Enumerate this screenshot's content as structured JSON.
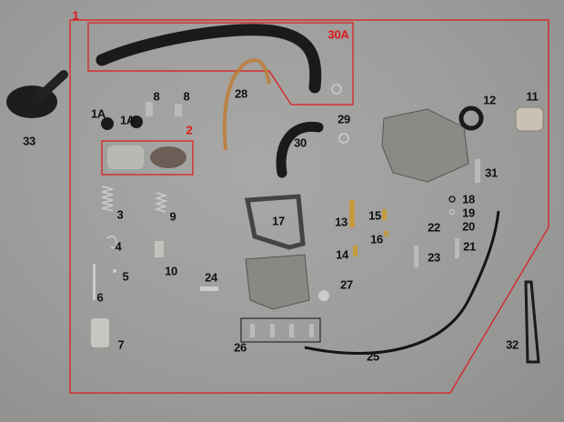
{
  "labels": {
    "l1": "1",
    "l30A": "30A",
    "l33": "33",
    "l28": "28",
    "l8a": "8",
    "l8b": "8",
    "l1Aa": "1A",
    "l1Ab": "1A",
    "l2": "2",
    "l12": "12",
    "l11": "11",
    "l29": "29",
    "l30": "30",
    "l31": "31",
    "l3": "3",
    "l9": "9",
    "l17": "17",
    "l13": "13",
    "l15": "15",
    "l18": "18",
    "l19": "19",
    "l22": "22",
    "l20": "20",
    "l16": "16",
    "l4": "4",
    "l14": "14",
    "l23": "23",
    "l21": "21",
    "l5": "5",
    "l10": "10",
    "l24": "24",
    "l27": "27",
    "l6": "6",
    "l26": "26",
    "l25": "25",
    "l32": "32",
    "l7": "7"
  },
  "colors": {
    "group_outline": "#e01818",
    "group_26_outline": "#111111"
  }
}
